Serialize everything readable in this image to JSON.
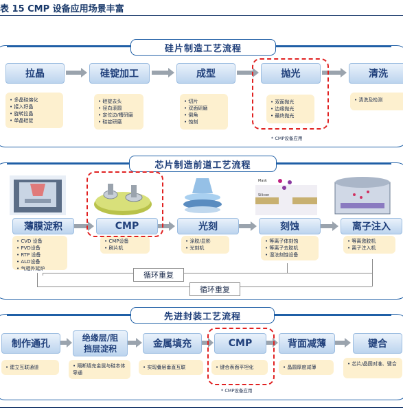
{
  "figure_title": "表 15   CMP 设备应用场景丰富",
  "wafer": {
    "title": "硅片制造工艺流程",
    "steps": [
      "拉晶",
      "硅锭加工",
      "成型",
      "抛光",
      "清洗"
    ],
    "notes": [
      [
        "多晶硅熔化",
        "接入籽晶",
        "旋转拉晶",
        "单晶硅锭"
      ],
      [
        "硅锭去头",
        "径向滚圆",
        "定位边/槽研磨",
        "硅锭研磨"
      ],
      [
        "切片",
        "双面研磨",
        "倒角",
        "蚀刻"
      ],
      [
        "双面抛光",
        "边缘抛光",
        "最终抛光"
      ],
      [
        "清洗及检测"
      ]
    ],
    "cmp_label": "* CMP设备应用"
  },
  "chip": {
    "title": "芯片制造前道工艺流程",
    "steps": [
      "薄膜淀积",
      "CMP",
      "光刻",
      "刻蚀",
      "离子注入"
    ],
    "notes": [
      [
        "CVD 设备",
        "PVD设备",
        "RTP 设备",
        "ALD设备",
        "气相外延炉"
      ],
      [
        "CMP设备",
        "刷片机"
      ],
      [
        "涂胶/显影",
        "光刻机"
      ],
      [
        "等离子体刻蚀",
        "等离子去胶机",
        "湿法刻蚀设备"
      ],
      [
        "等离激胶机",
        "离子注入机"
      ]
    ],
    "loop_labels": [
      "循环重复",
      "循环重复"
    ],
    "image_labels": [
      "Mask",
      "Silicon"
    ]
  },
  "packaging": {
    "title": "先进封装工艺流程",
    "steps": [
      "制作通孔",
      "绝缘层/阻挡层淀积",
      "金属填充",
      "CMP",
      "背面减薄",
      "键合"
    ],
    "step2_lines": [
      "绝缘层/阻",
      "挡层淀积"
    ],
    "notes": [
      [
        "建立互联通道"
      ],
      [
        "隔断填充金属与硅本体导通"
      ],
      [
        "实现叠层垂直互联"
      ],
      [
        "键合表面平坦化"
      ],
      [
        "晶圆厚度减薄"
      ],
      [
        "芯片/晶圆对准、键合"
      ]
    ],
    "cmp_label": "* CMP设备应用"
  },
  "colors": {
    "accent_blue": "#1f5fa6",
    "note_bg": "#fdf0cf",
    "highlight_red": "#e02020"
  }
}
